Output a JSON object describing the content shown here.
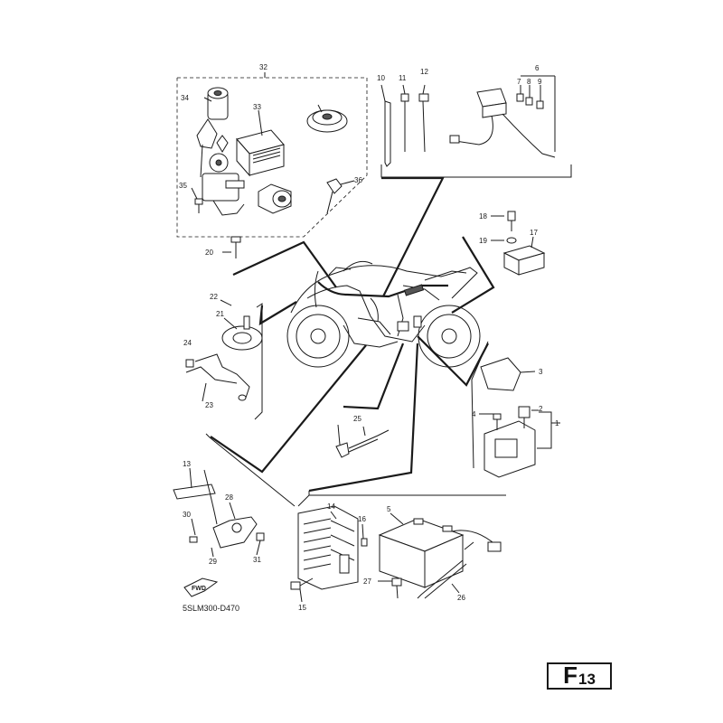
{
  "diagram": {
    "callouts": {
      "c1": "1",
      "c2": "2",
      "c3": "3",
      "c4": "4",
      "c5": "5",
      "c6": "6",
      "c7": "7",
      "c8": "8",
      "c9": "9",
      "c10": "10",
      "c11": "11",
      "c12": "12",
      "c13": "13",
      "c14": "14",
      "c15": "15",
      "c16": "16",
      "c17": "17",
      "c18": "18",
      "c19": "19",
      "c20": "20",
      "c21": "21",
      "c22": "22",
      "c23": "23",
      "c24": "24",
      "c25": "25",
      "c26": "26",
      "c27": "27",
      "c28": "28",
      "c29": "29",
      "c30": "30",
      "c31": "31",
      "c32": "32",
      "c33": "33",
      "c34": "34",
      "c35": "35",
      "c36": "36"
    },
    "fwd_label": "FWD",
    "drawing_code": "5SLM300-D470"
  },
  "page_id": {
    "letter": "F",
    "number": "13"
  }
}
